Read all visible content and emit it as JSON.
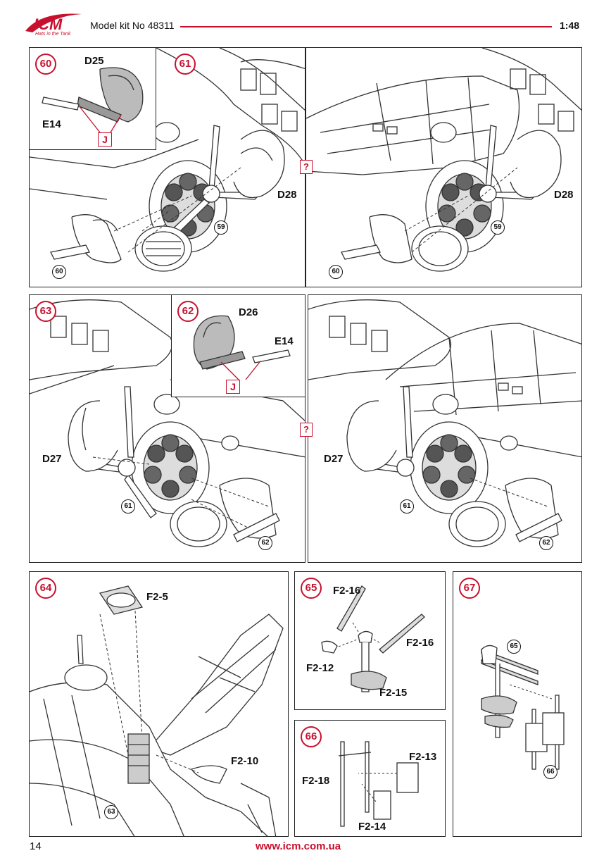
{
  "header": {
    "logo_text": "ICM",
    "logo_tagline": "Hats in the Tank",
    "kit_label": "Model kit No 48311",
    "scale": "1:48",
    "accent_color": "#c8102e"
  },
  "steps": {
    "s60": {
      "number": "60",
      "part_main": "D25",
      "part_rod": "E14",
      "marker": "J"
    },
    "s61": {
      "number": "61",
      "part": "D28",
      "ref_a": "59",
      "ref_b": "60"
    },
    "s61b": {
      "part": "D28",
      "ref_a": "59",
      "ref_b": "60",
      "question": "?"
    },
    "s63": {
      "number": "63",
      "part": "D27",
      "ref_a": "61",
      "ref_b": "62"
    },
    "s62": {
      "number": "62",
      "part_main": "D26",
      "part_rod": "E14",
      "marker": "J"
    },
    "s63b": {
      "part": "D27",
      "ref_a": "61",
      "ref_b": "62",
      "question": "?"
    },
    "s64": {
      "number": "64",
      "part_top": "F2-5",
      "part_side": "F2-10",
      "ref": "63"
    },
    "s65": {
      "number": "65",
      "part_a": "F2-16",
      "part_b": "F2-16",
      "part_c": "F2-12",
      "part_d": "F2-15"
    },
    "s66": {
      "number": "66",
      "part_a": "F2-13",
      "part_b": "F2-18",
      "part_c": "F2-14"
    },
    "s67": {
      "number": "67",
      "ref_a": "65",
      "ref_b": "66"
    }
  },
  "footer": {
    "page_number": "14",
    "website": "www.icm.com.ua"
  }
}
